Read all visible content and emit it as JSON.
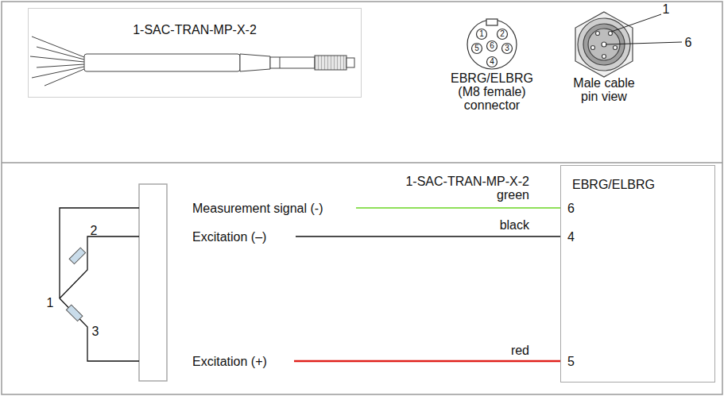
{
  "diagram": {
    "nodes": [
      {
        "text": [
          "1-SAC-TRAN-MP-X-2"
        ]
      },
      {
        "text": [
          "EBRG/ELBRG"
        ]
      }
    ],
    "labels": [
      "1",
      "2",
      "5",
      "6",
      "3",
      "4",
      "EBRG/ELBRG (M8 female) connector",
      "1",
      "6",
      "Male cable pin view",
      "1-SAC-TRAN-MP-X-2",
      "green",
      "Measurement signal (-)",
      "black",
      "Excitation (–)",
      "2",
      "1",
      "3",
      "red",
      "Excitation (+)",
      "6",
      "4",
      "5"
    ]
  }
}
